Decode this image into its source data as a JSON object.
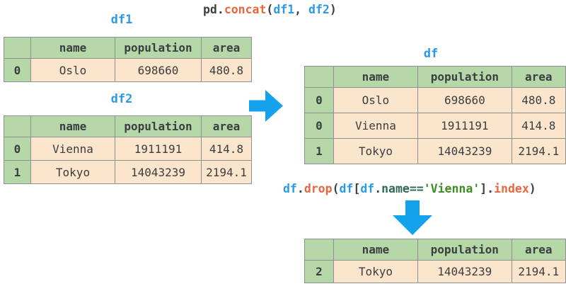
{
  "colors": {
    "label_blue": "#2b9ae6",
    "arrow_blue": "#14a2ec",
    "orange": "#e8673f",
    "dark": "#3d4044",
    "green_attr": "#2e6b52",
    "green_string": "#3e8d26",
    "header_green": "#b6d7a8",
    "cell_peach": "#fce5cd",
    "border": "#8e9190",
    "text": "#3a3e41"
  },
  "code_concat": {
    "segments": [
      {
        "t": "pd.",
        "c": "dark"
      },
      {
        "t": "concat",
        "c": "orange"
      },
      {
        "t": "(",
        "c": "dark"
      },
      {
        "t": "df1",
        "c": "label_blue"
      },
      {
        "t": ", ",
        "c": "dark"
      },
      {
        "t": "df2",
        "c": "label_blue"
      },
      {
        "t": ")",
        "c": "dark"
      }
    ]
  },
  "code_drop": {
    "segments": [
      {
        "t": "df",
        "c": "label_blue"
      },
      {
        "t": ".",
        "c": "dark"
      },
      {
        "t": "drop",
        "c": "orange"
      },
      {
        "t": "(",
        "c": "dark"
      },
      {
        "t": "df",
        "c": "label_blue"
      },
      {
        "t": "[",
        "c": "dark"
      },
      {
        "t": "df",
        "c": "label_blue"
      },
      {
        "t": ".",
        "c": "dark"
      },
      {
        "t": "name==",
        "c": "green_attr"
      },
      {
        "t": "'Vienna'",
        "c": "green_string"
      },
      {
        "t": "].",
        "c": "dark"
      },
      {
        "t": "index",
        "c": "orange"
      },
      {
        "t": ")",
        "c": "dark"
      }
    ]
  },
  "tables": {
    "df1": {
      "label": "df1",
      "headers": [
        "",
        "name",
        "population",
        "area"
      ],
      "rows": [
        [
          "0",
          "Oslo",
          "698660",
          "480.8"
        ]
      ]
    },
    "df2": {
      "label": "df2",
      "headers": [
        "",
        "name",
        "population",
        "area"
      ],
      "rows": [
        [
          "0",
          "Vienna",
          "1911191",
          "414.8"
        ],
        [
          "1",
          "Tokyo",
          "14043239",
          "2194.1"
        ]
      ]
    },
    "df": {
      "label": "df",
      "headers": [
        "",
        "name",
        "population",
        "area"
      ],
      "rows": [
        [
          "0",
          "Oslo",
          "698660",
          "480.8"
        ],
        [
          "0",
          "Vienna",
          "1911191",
          "414.8"
        ],
        [
          "1",
          "Tokyo",
          "14043239",
          "2194.1"
        ]
      ]
    },
    "result": {
      "headers": [
        "",
        "name",
        "population",
        "area"
      ],
      "rows": [
        [
          "2",
          "Tokyo",
          "14043239",
          "2194.1"
        ]
      ]
    }
  },
  "icons": {
    "flow_right": "right-arrow-icon",
    "flow_down": "down-arrow-icon"
  }
}
